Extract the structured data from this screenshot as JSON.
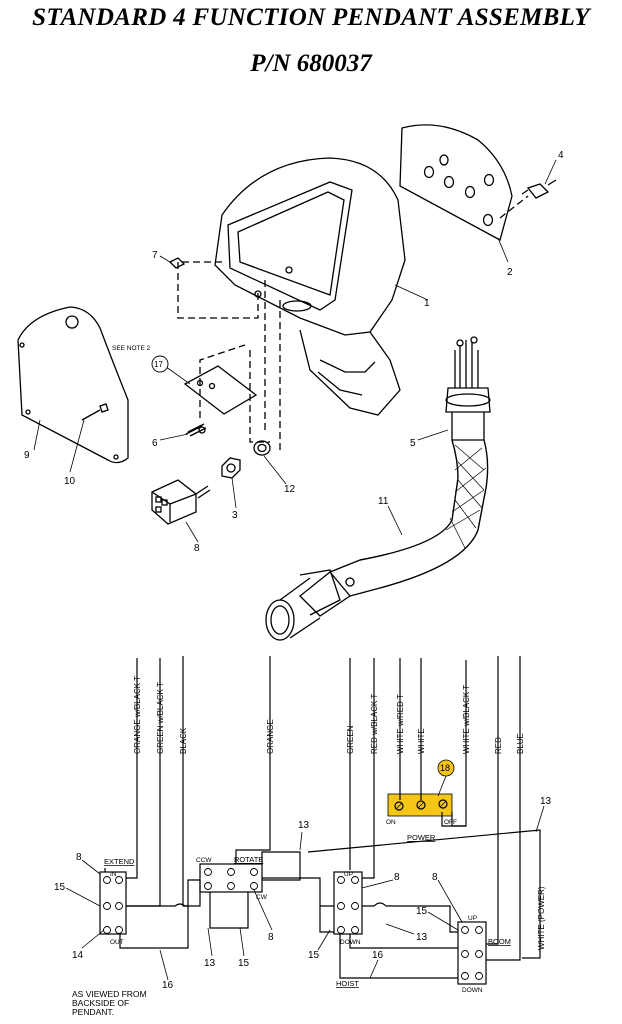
{
  "title": {
    "line1": "STANDARD 4 FUNCTION PENDANT ASSEMBLY",
    "line2": "P/N 680037"
  },
  "exploded_view": {
    "see_note": "SEE NOTE 2",
    "callouts": {
      "c1": "1",
      "c2": "2",
      "c3": "3",
      "c4": "4",
      "c5": "5",
      "c6": "6",
      "c7": "7",
      "c8": "8",
      "c9": "9",
      "c10": "10",
      "c11": "11",
      "c12": "12",
      "c17": "17"
    }
  },
  "wiring": {
    "wires": {
      "w1": "ORANGE w/BLACK T",
      "w2": "GREEN w/BLACK T",
      "w3": "BLACK",
      "w4": "ORANGE",
      "w5": "GREEN",
      "w6": "RED w/BLACK T",
      "w7": "WHITE w/RED T",
      "w8": "WHITE",
      "w9": "WHITE w/BLACK T",
      "w10": "RED",
      "w11": "BLUE"
    },
    "switches": {
      "extend": "EXTEND",
      "in": "IN",
      "out": "OUT",
      "rotate": "ROTATE",
      "ccw": "CCW",
      "cw": "CW",
      "hoist": "HOIST",
      "up1": "UP",
      "down1": "DOWN",
      "boom": "BOOM",
      "up2": "UP",
      "down2": "DOWN",
      "power": "POWER",
      "on": "ON",
      "off": "OFF",
      "white_power": "WHITE (POWER)"
    },
    "callouts": {
      "c8a": "8",
      "c15a": "15",
      "c14": "14",
      "c16a": "16",
      "c13a": "13",
      "c15b": "15",
      "c8b": "8",
      "c13b": "13",
      "c8c": "8",
      "c15c": "15",
      "c13c": "13",
      "c16b": "16",
      "c8d": "8",
      "c15d": "15",
      "c13d": "13",
      "c18": "18"
    },
    "note": "AS VIEWED FROM BACKSIDE OF PENDANT.",
    "highlight_color": "#f5c518"
  }
}
